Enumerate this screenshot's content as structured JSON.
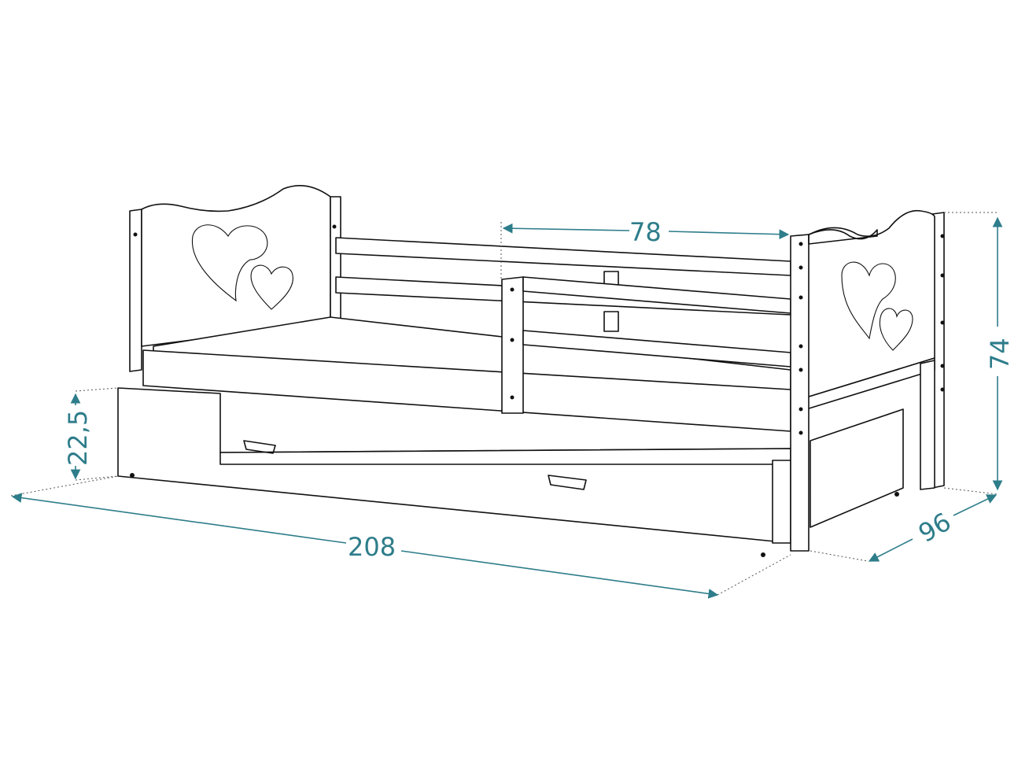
{
  "dimensions": {
    "length": "208",
    "width_guard": "78",
    "height": "74",
    "depth": "96",
    "drawer_height": "22,5"
  },
  "colors": {
    "dimension": "#2e7d8a",
    "outline": "#111111"
  }
}
